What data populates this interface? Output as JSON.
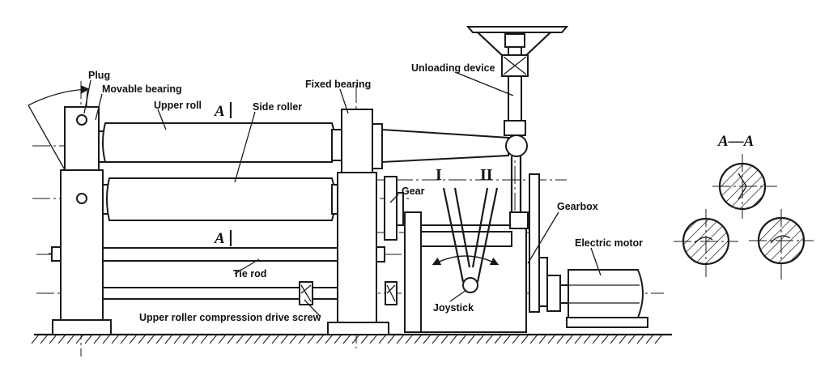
{
  "labels": {
    "plug": "Plug",
    "movable_bearing": "Movable bearing",
    "upper_roll": "Upper roll",
    "side_roller": "Side roller",
    "fixed_bearing": "Fixed bearing",
    "unloading_device": "Unloading device",
    "gear": "Gear",
    "gearbox": "Gearbox",
    "electric_motor": "Electric motor",
    "tie_rod": "Tie rod",
    "drive_screw": "Upper roller compression drive screw",
    "joystick": "Joystick"
  },
  "section_marks": {
    "a_upper": "A",
    "a_lower": "A",
    "section_title": "A—A"
  },
  "roman": {
    "one": "I",
    "two": "II"
  }
}
